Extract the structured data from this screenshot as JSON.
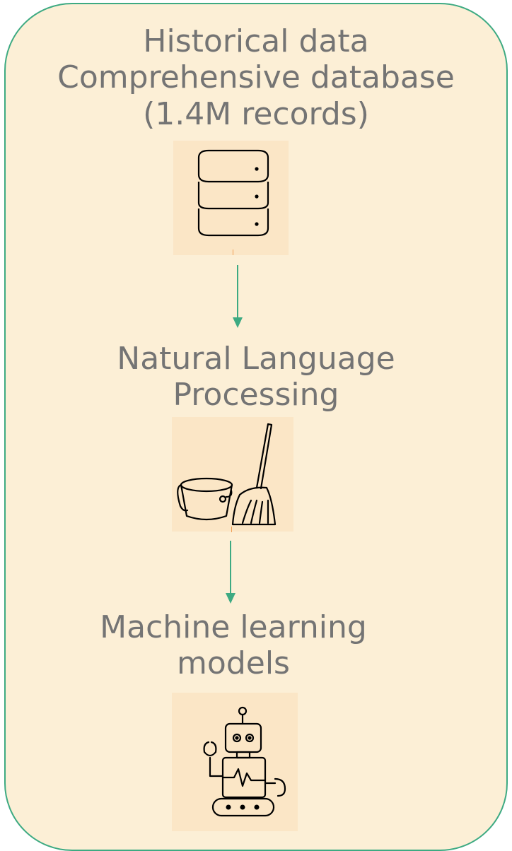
{
  "steps": [
    {
      "lines": [
        "Historical data",
        "Comprehensive database",
        "(1.4M records)"
      ],
      "icon": "database-icon"
    },
    {
      "lines": [
        "Natural Language",
        "Processing"
      ],
      "icon": "bucket-broom-icon"
    },
    {
      "lines": [
        "Machine learning",
        "models"
      ],
      "icon": "robot-icon"
    }
  ],
  "colors": {
    "panel_fill": "#fcefd6",
    "panel_border": "#3daa82",
    "arrow": "#3daa82",
    "text": "#747474",
    "icon_tile": "#fbe6c6"
  }
}
